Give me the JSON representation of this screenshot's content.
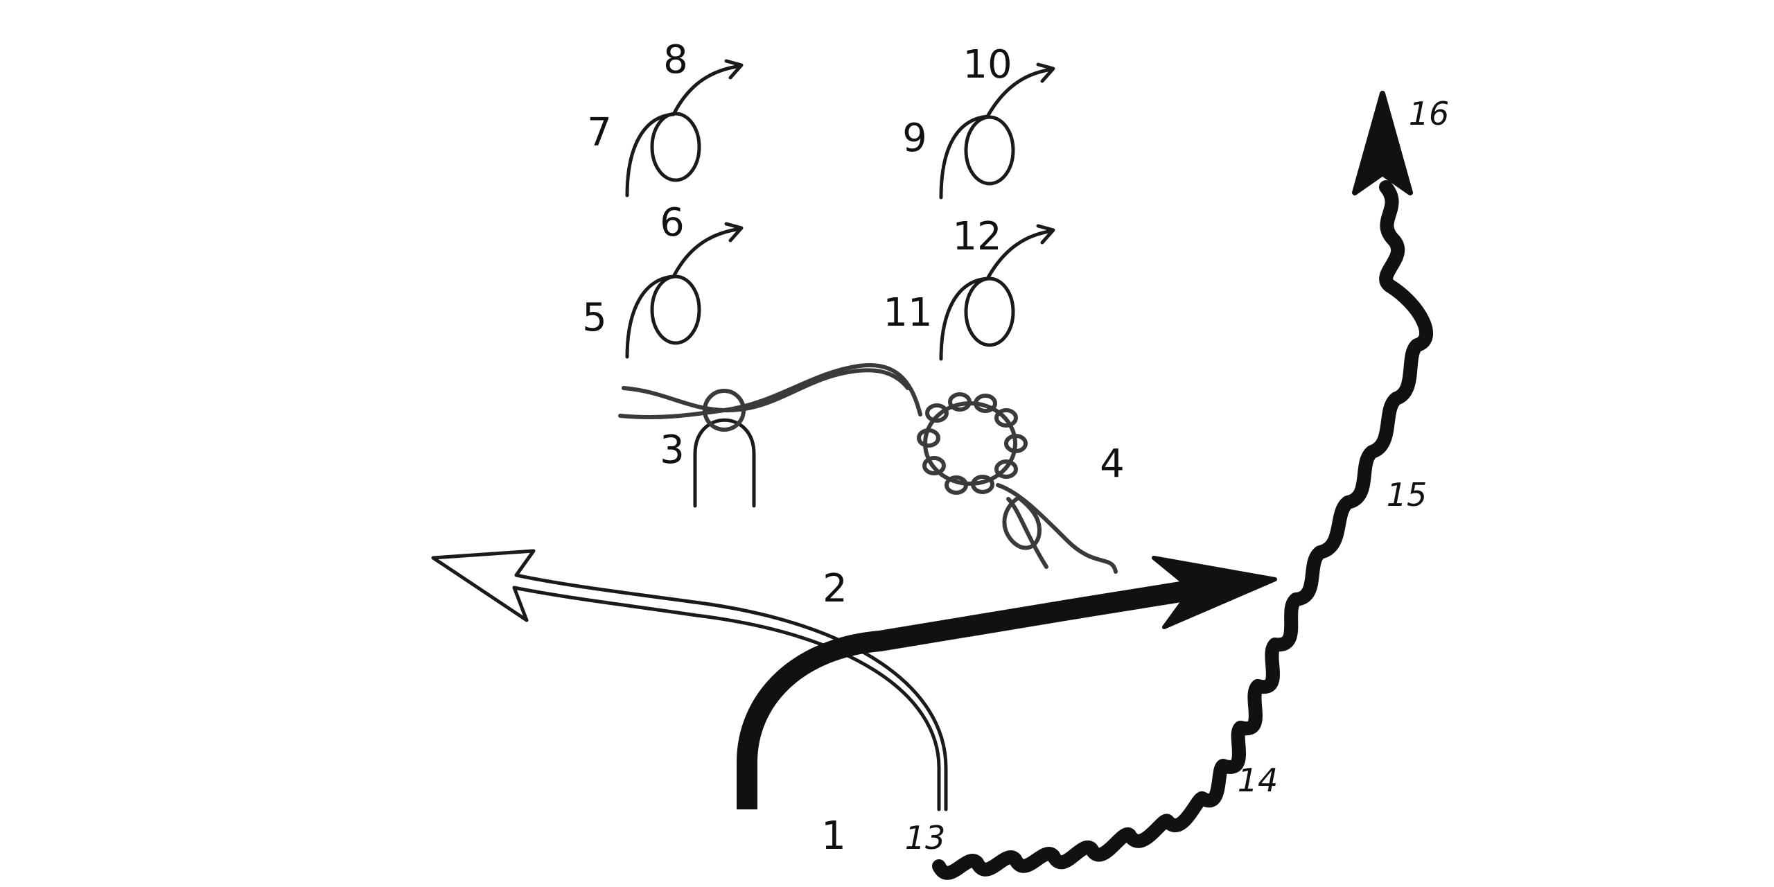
{
  "diagram": {
    "labels": {
      "l1": "1",
      "l2": "2",
      "l3": "3",
      "l4": "4",
      "l5": "5",
      "l6": "6",
      "l7": "7",
      "l8": "8",
      "l9": "9",
      "l10": "10",
      "l11": "11",
      "l12": "12",
      "l13": "13",
      "l14": "14",
      "l15": "15",
      "l16": "16"
    },
    "colors": {
      "ink": "#111111",
      "yarn": "#3a3a3a",
      "background": "#ffffff"
    }
  }
}
